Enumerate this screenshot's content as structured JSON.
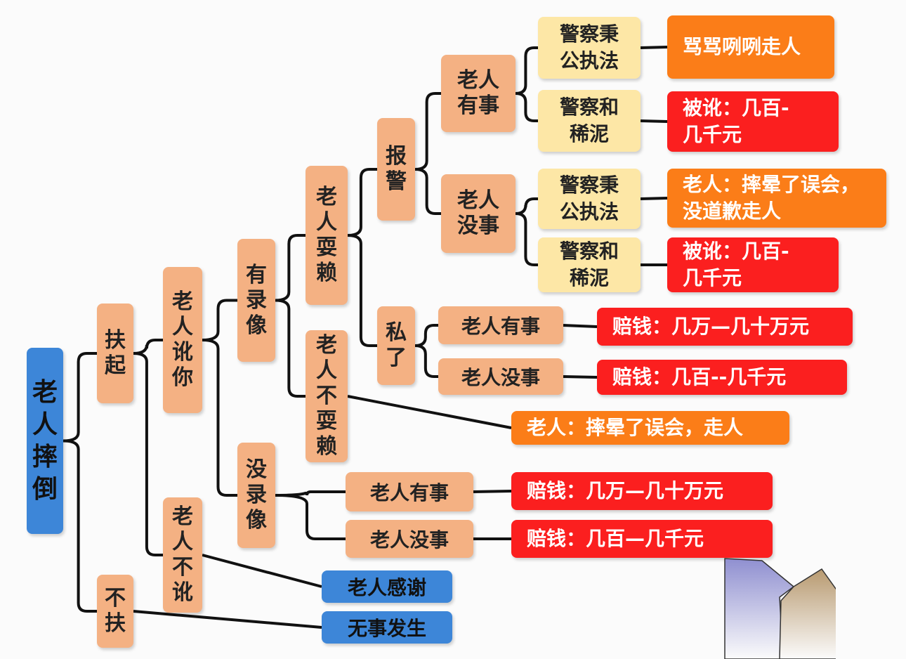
{
  "root": "老人摔倒",
  "help": "扶起",
  "nohelp": "不扶",
  "extort": "老人讹你",
  "noextort": "老人不讹",
  "video": "有录像",
  "novideo": "没录像",
  "cheat": "老人耍赖",
  "nocheat": "老人不耍赖",
  "police": "报警",
  "private": "私了",
  "police_hurt": "老人有事",
  "police_ok": "老人没事",
  "fair1": "警察秉公执法",
  "muddle1": "警察和稀泥",
  "fair2": "警察秉公执法",
  "muddle2": "警察和稀泥",
  "res_fair1": "骂骂咧咧走人",
  "res_muddle1": "被讹：几百-几千元",
  "res_fair2": "老人：摔晕了误会，没道歉走人",
  "res_muddle2": "被讹：几百-几千元",
  "priv_hurt": "老人有事",
  "priv_ok": "老人没事",
  "res_priv_hurt": "赔钱：几万—几十万元",
  "res_priv_ok": "赔钱：几百--几千元",
  "res_nocheat": "老人：摔晕了误会，走人",
  "nv_hurt": "老人有事",
  "nv_ok": "老人没事",
  "res_nv_hurt": "赔钱：几万—几十万元",
  "res_nv_ok": "赔钱：几百—几千元",
  "thanks": "老人感谢",
  "nothing": "无事发生",
  "colors": {
    "blue": "#3d86d8",
    "salmon": "#f4b183",
    "yellow": "#fde7a6",
    "orange": "#fb7d18",
    "red": "#fb1f1f"
  }
}
